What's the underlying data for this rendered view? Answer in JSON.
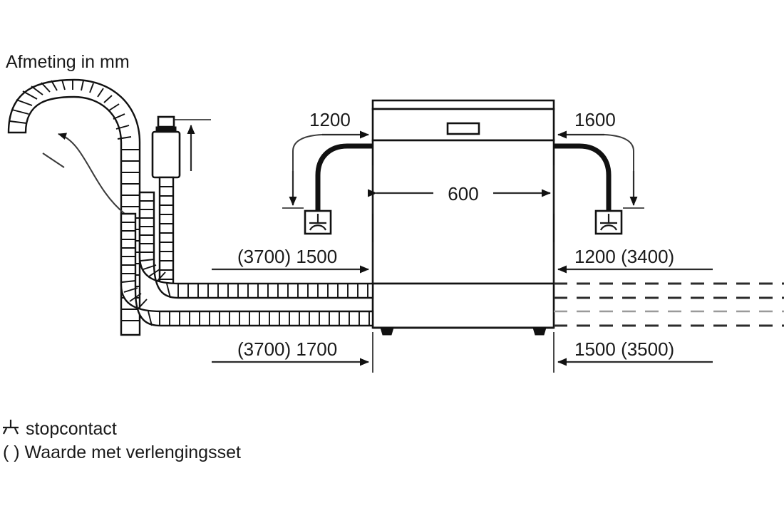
{
  "figure": {
    "title": "Afmeting in mm",
    "units_note": "mm",
    "language": "nl"
  },
  "dimensions": {
    "top_left": "1200",
    "top_right": "1600",
    "appliance_width": "600",
    "mid_left": "(3700) 1500",
    "mid_right": "1200 (3400)",
    "bottom_left": "(3700) 1700",
    "bottom_right": "1500 (3500)"
  },
  "legend": {
    "socket_label": "stopcontact",
    "socket_icon": "power-socket-icon",
    "bracket_label": "( ) Waarde met verlengingsset"
  },
  "appliance": {
    "name": "dishwasher",
    "width_mm": "600"
  },
  "parts": {
    "drain_hose": "corrugated-drain-hose",
    "aquastop_valve": "aquastop-valve",
    "inlet_hose": "corrugated-inlet-hose",
    "power_cable": "power-cable",
    "socket_left": "power-socket-icon",
    "socket_right": "power-socket-icon"
  }
}
